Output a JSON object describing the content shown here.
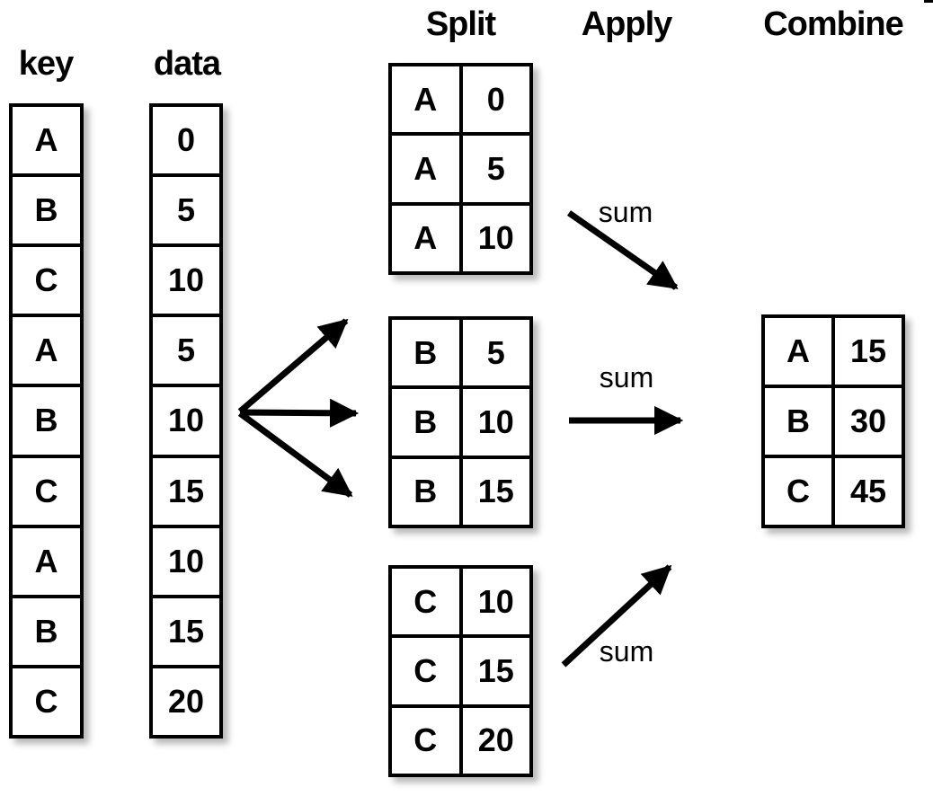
{
  "headers": {
    "key": "key",
    "data": "data",
    "split": "Split",
    "apply": "Apply",
    "combine": "Combine"
  },
  "source": {
    "key": [
      "A",
      "B",
      "C",
      "A",
      "B",
      "C",
      "A",
      "B",
      "C"
    ],
    "data": [
      "0",
      "5",
      "10",
      "5",
      "10",
      "15",
      "10",
      "15",
      "20"
    ]
  },
  "split_tables": [
    {
      "group": "A",
      "rows": [
        {
          "key": "A",
          "value": "0"
        },
        {
          "key": "A",
          "value": "5"
        },
        {
          "key": "A",
          "value": "10"
        }
      ]
    },
    {
      "group": "B",
      "rows": [
        {
          "key": "B",
          "value": "5"
        },
        {
          "key": "B",
          "value": "10"
        },
        {
          "key": "B",
          "value": "15"
        }
      ]
    },
    {
      "group": "C",
      "rows": [
        {
          "key": "C",
          "value": "10"
        },
        {
          "key": "C",
          "value": "15"
        },
        {
          "key": "C",
          "value": "20"
        }
      ]
    }
  ],
  "apply_labels": [
    "sum",
    "sum",
    "sum"
  ],
  "combine_table": {
    "rows": [
      {
        "key": "A",
        "value": "15"
      },
      {
        "key": "B",
        "value": "30"
      },
      {
        "key": "C",
        "value": "45"
      }
    ]
  },
  "colors": {
    "ink": "#000000",
    "background": "#ffffff"
  }
}
